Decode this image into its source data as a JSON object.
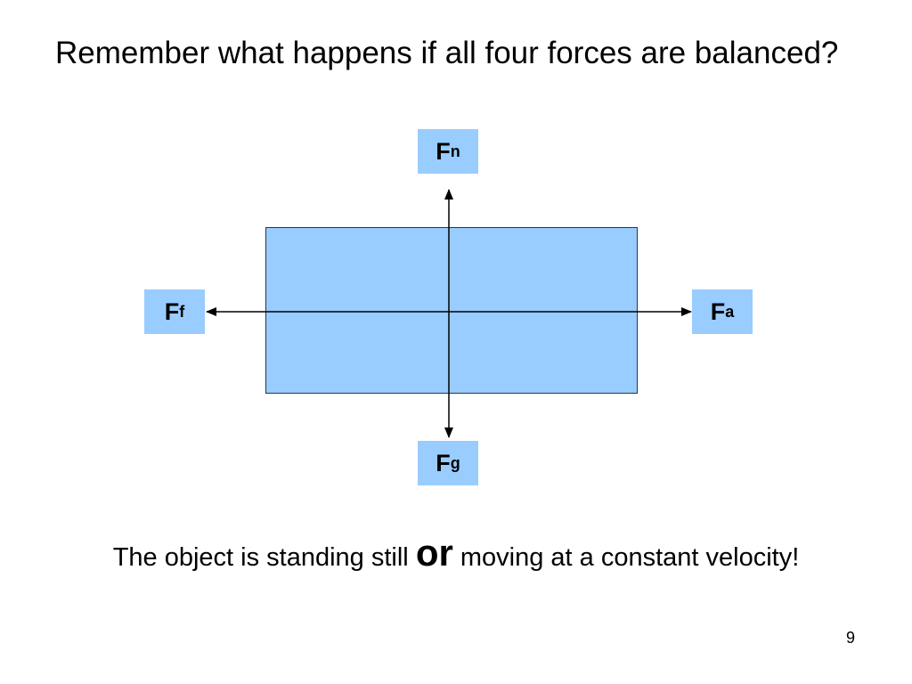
{
  "title": "Remember what happens if all four forces are balanced?",
  "colors": {
    "box_fill": "#99ccff",
    "label_fill": "#99ccff",
    "arrow": "#000000"
  },
  "forces": {
    "normal": {
      "symbol": "F",
      "sub": "n"
    },
    "gravity": {
      "symbol": "F",
      "sub": "g"
    },
    "friction": {
      "symbol": "F",
      "sub": "f"
    },
    "applied": {
      "symbol": "F",
      "sub": "a"
    }
  },
  "caption": {
    "before": "The object is standing still ",
    "emphasis": "or",
    "after": " moving at a constant velocity!"
  },
  "page_number": "9"
}
